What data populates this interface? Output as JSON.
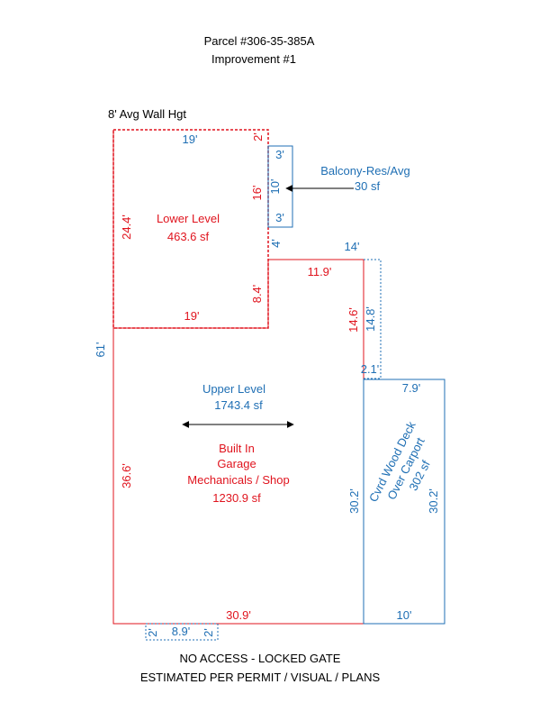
{
  "header": {
    "parcel": "Parcel #306-35-385A",
    "improvement": "Improvement #1",
    "wall_height": "8' Avg Wall Hgt"
  },
  "colors": {
    "red": "#e0141e",
    "blue": "#1f6fb4",
    "black": "#000000"
  },
  "lower_level": {
    "name": "Lower Level",
    "area": "463.6 sf",
    "top": "19'",
    "bottom": "19'",
    "left": "24.4'",
    "right_top": "2'",
    "right_mid": "16'",
    "right_4": "4'",
    "right_bottom": "8.4'"
  },
  "balcony": {
    "name": "Balcony-Res/Avg",
    "area": "30 sf",
    "top": "3'",
    "bottom": "3'",
    "side": "10'"
  },
  "upper_level": {
    "name": "Upper Level",
    "area": "1743.4 sf",
    "overall_height": "61'",
    "top_ext": "14'",
    "side_ext": "14.8'",
    "step": "2.1'"
  },
  "garage": {
    "line1": "Built In",
    "line2": "Garage",
    "line3": "Mechanicals / Shop",
    "area": "1230.9 sf",
    "top": "11.9'",
    "right": "14.6'",
    "left": "36.6'",
    "bottom": "30.9'"
  },
  "deck": {
    "line1": "Cvrd Wood Deck",
    "line2": "Over Carport",
    "area": "302 sf",
    "top": "7.9'",
    "bottom": "10'",
    "left": "30.2'",
    "right": "30.2'"
  },
  "bottom_small": {
    "left": "2'",
    "mid": "8.9'",
    "right": "2'"
  },
  "footer": {
    "line1": "NO ACCESS - LOCKED GATE",
    "line2": "ESTIMATED PER PERMIT / VISUAL / PLANS"
  }
}
